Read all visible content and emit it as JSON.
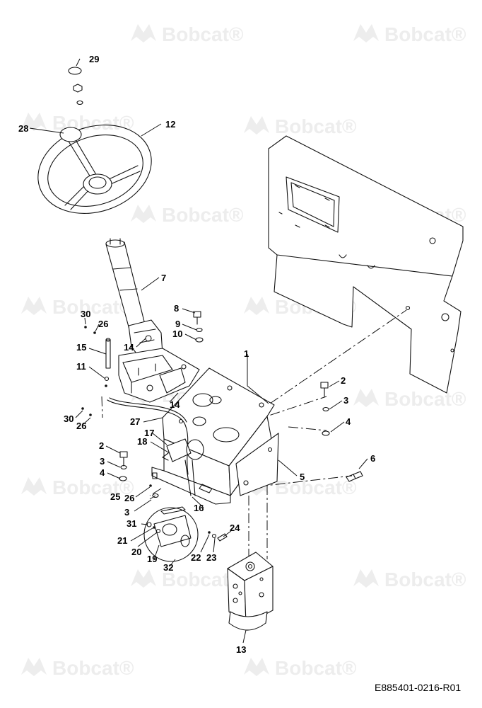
{
  "watermark": {
    "text": "Bobcat®"
  },
  "drawing_code": "E885401-0216-R01",
  "callouts": {
    "c1": "1",
    "c2a": "2",
    "c2b": "2",
    "c3a": "3",
    "c3b": "3",
    "c3c": "3",
    "c4a": "4",
    "c4b": "4",
    "c5": "5",
    "c6": "6",
    "c7": "7",
    "c8": "8",
    "c9": "9",
    "c10": "10",
    "c11": "11",
    "c12": "12",
    "c13": "13",
    "c14a": "14",
    "c14b": "14",
    "c15": "15",
    "c16": "16",
    "c17": "17",
    "c18": "18",
    "c19": "19",
    "c20": "20",
    "c21": "21",
    "c22": "22",
    "c23": "23",
    "c24": "24",
    "c25": "25",
    "c26a": "26",
    "c26b": "26",
    "c26c": "26",
    "c27": "27",
    "c28": "28",
    "c29": "29",
    "c30a": "30",
    "c30b": "30",
    "c31": "31",
    "c32": "32"
  }
}
